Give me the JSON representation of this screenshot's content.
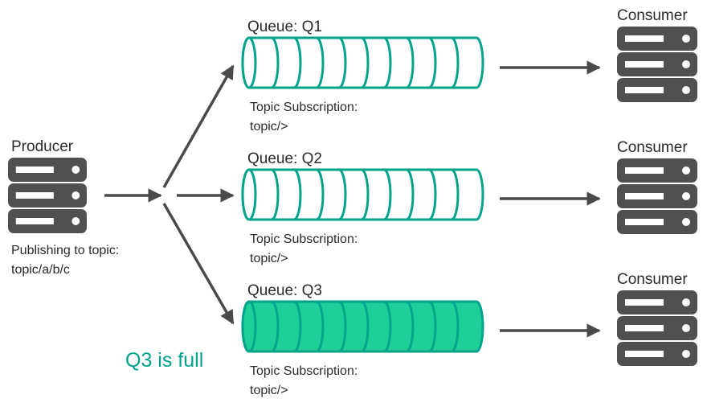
{
  "producer": {
    "title": "Producer",
    "note_line1": "Publishing to topic:",
    "note_line2": "topic/a/b/c",
    "icon": "server-icon"
  },
  "queues": [
    {
      "title": "Queue: Q1",
      "sub_line1": "Topic Subscription:",
      "sub_line2": "topic/>",
      "fill_fraction": 0,
      "state": "empty"
    },
    {
      "title": "Queue: Q2",
      "sub_line1": "Topic Subscription:",
      "sub_line2": "topic/>",
      "fill_fraction": 0,
      "state": "empty"
    },
    {
      "title": "Queue: Q3",
      "sub_line1": "Topic Subscription:",
      "sub_line2": "topic/>",
      "fill_fraction": 1,
      "state": "full"
    }
  ],
  "consumers": [
    {
      "title": "Consumer",
      "icon": "server-icon"
    },
    {
      "title": "Consumer",
      "icon": "server-icon"
    },
    {
      "title": "Consumer",
      "icon": "server-icon"
    }
  ],
  "status_note": "Q3 is full",
  "colors": {
    "accent": "#00a489",
    "queue_stroke": "#00a489",
    "queue_full_fill": "#1fcf9a",
    "server": "#505050",
    "arrow": "#4a4a4a",
    "status_text": "#00a489"
  }
}
